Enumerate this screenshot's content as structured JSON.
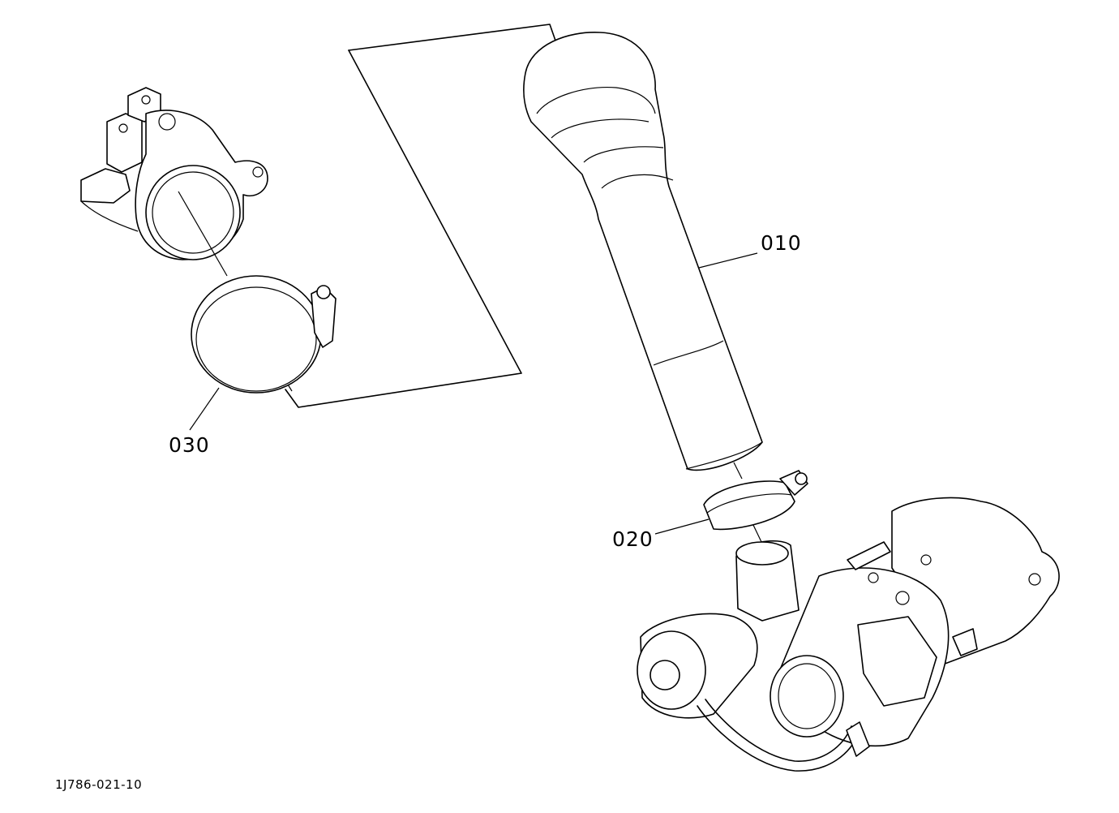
{
  "callouts": [
    {
      "id": "010",
      "label": "010"
    },
    {
      "id": "020",
      "label": "020"
    },
    {
      "id": "030",
      "label": "030"
    }
  ],
  "figure_code": "1J786-021-10"
}
